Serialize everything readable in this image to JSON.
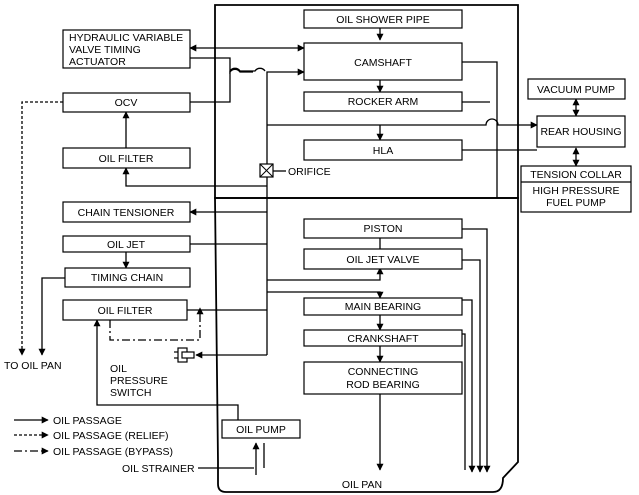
{
  "components": {
    "oil_shower_pipe": "OIL SHOWER PIPE",
    "hydraulic_actuator": [
      "HYDRAULIC VARIABLE",
      "VALVE TIMING",
      "ACTUATOR"
    ],
    "camshaft": "CAMSHAFT",
    "ocv": "OCV",
    "rocker_arm": "ROCKER ARM",
    "vacuum_pump": "VACUUM PUMP",
    "rear_housing": "REAR HOUSING",
    "oil_filter_upper": "OIL FILTER",
    "hla": "HLA",
    "orifice": "ORIFICE",
    "tension_collar": "TENSION COLLAR",
    "high_pressure_fuel_pump": [
      "HIGH PRESSURE",
      "FUEL PUMP"
    ],
    "chain_tensioner": "CHAIN TENSIONER",
    "piston": "PISTON",
    "oil_jet": "OIL JET",
    "oil_jet_valve": "OIL JET VALVE",
    "timing_chain": "TIMING CHAIN",
    "oil_filter_lower": "OIL FILTER",
    "main_bearing": "MAIN BEARING",
    "crankshaft": "CRANKSHAFT",
    "connecting_rod_bearing": [
      "CONNECTING",
      "ROD BEARING"
    ],
    "oil_pressure_switch": [
      "OIL",
      "PRESSURE",
      "SWITCH"
    ],
    "to_oil_pan": "TO OIL PAN",
    "oil_pump": "OIL PUMP",
    "oil_strainer": "OIL STRAINER",
    "oil_pan": "OIL PAN"
  },
  "legend": {
    "solid": "OIL PASSAGE",
    "relief": "OIL PASSAGE (RELIEF)",
    "bypass": "OIL PASSAGE (BYPASS)"
  }
}
